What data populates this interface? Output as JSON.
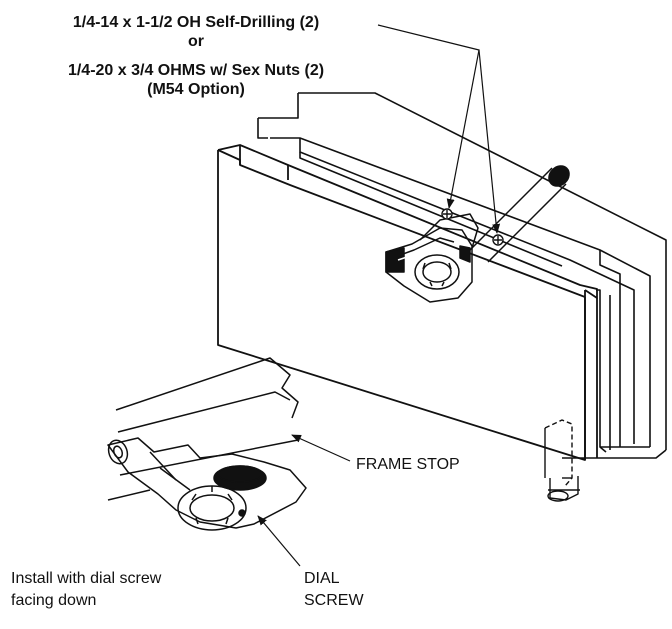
{
  "callout_title": {
    "line1": "1/4-14 x 1-1/2 OH Self-Drilling (2)",
    "line2": "or",
    "line3": "1/4-20 x 3/4 OHMS w/ Sex Nuts (2)",
    "line4": "(M54 Option)"
  },
  "labels": {
    "frame_stop": "FRAME STOP",
    "dial_screw_line1": "DIAL",
    "dial_screw_line2": "SCREW",
    "install_line1": "Install with dial screw",
    "install_line2": "facing down"
  },
  "colors": {
    "ink": "#111111",
    "paper": "#ffffff"
  }
}
